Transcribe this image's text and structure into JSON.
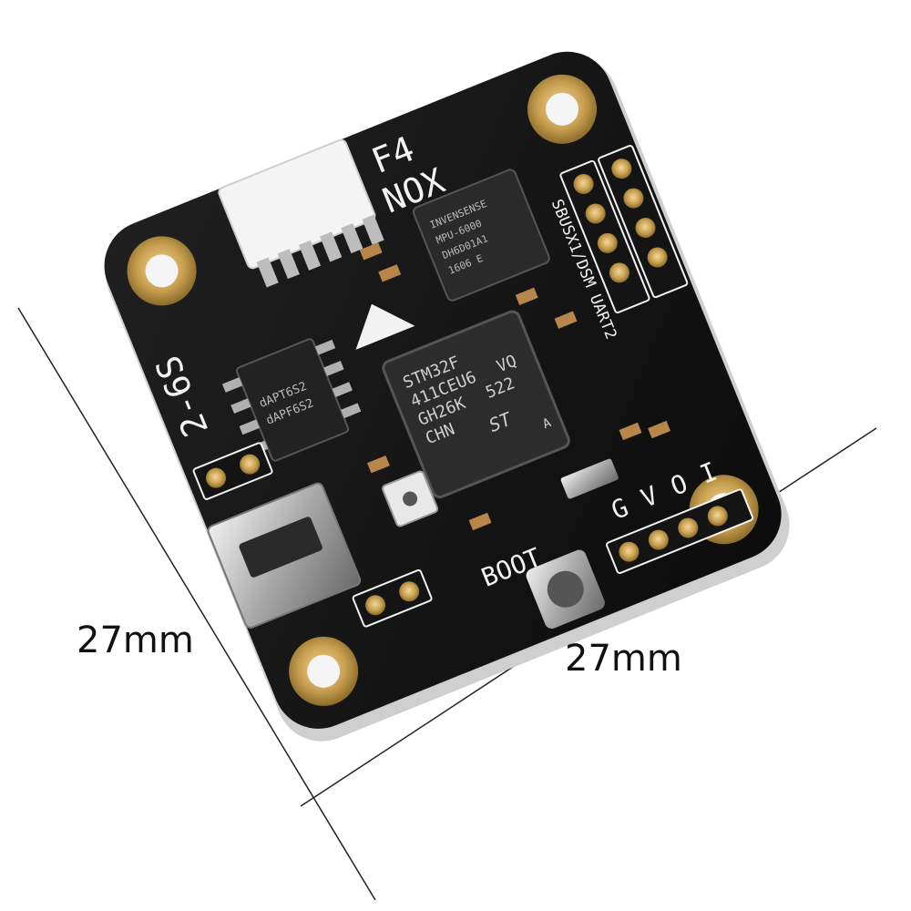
{
  "dimensions": {
    "left": "27mm",
    "right": "27mm"
  },
  "board": {
    "model_line1": "F4",
    "model_line2": "NOX",
    "voltage": "2-6S",
    "port_label": "SBUSX1/DSM UART2",
    "pad_labels": [
      "G",
      "V",
      "O",
      "I"
    ],
    "boot_label": "BOOT",
    "mcu": {
      "line1": "STM32F",
      "line2": "411CEU6",
      "line3": "VQ",
      "line4": "GH26K",
      "line5": "522",
      "line6": "CHN",
      "brand": "ST",
      "code": "A"
    },
    "imu": {
      "line1": "INVENSENSE",
      "line2": "MPU-6000",
      "line3": "DH6D01A1",
      "line4": "1606 E"
    },
    "flash_chip": {
      "line1": "dAPT6S2",
      "line2": "dAPF6S2"
    }
  },
  "colors": {
    "pcb": "#141414",
    "pcb_edge": "#d7d7d7",
    "gold": "#c9a050",
    "silkscreen": "#f2f2f2",
    "connector": "#f4f4f4"
  }
}
